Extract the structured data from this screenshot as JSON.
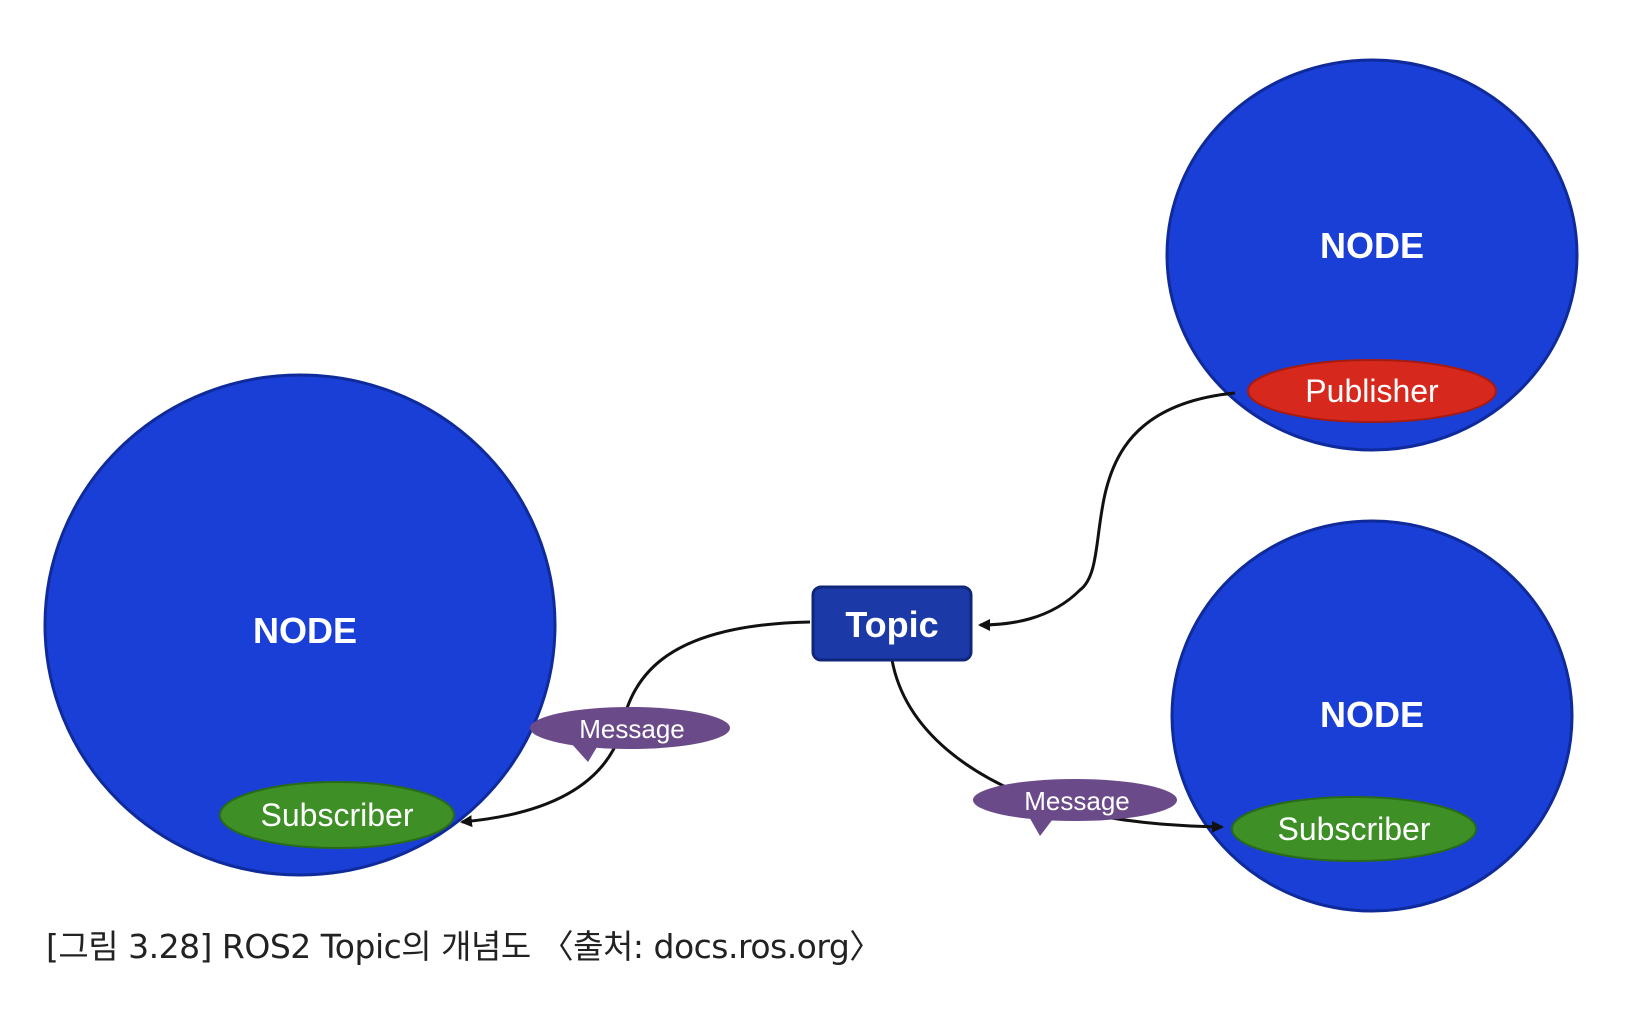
{
  "colors": {
    "node_fill": "#1a3fd6",
    "node_stroke": "#0f2a9a",
    "publisher_fill": "#d6281c",
    "subscriber_fill": "#3d8f26",
    "topic_fill": "#1b3aa8",
    "message_fill": "#6b4a8a",
    "arrow": "#111111"
  },
  "nodes": {
    "left": {
      "label": "NODE",
      "subscriber": "Subscriber"
    },
    "top_right": {
      "label": "NODE",
      "publisher": "Publisher"
    },
    "bottom_right": {
      "label": "NODE",
      "subscriber": "Subscriber"
    }
  },
  "topic": {
    "label": "Topic"
  },
  "messages": {
    "left": "Message",
    "right": "Message"
  },
  "caption": "[그림 3.28]  ROS2 Topic의 개념도 〈출처: docs.ros.org〉"
}
